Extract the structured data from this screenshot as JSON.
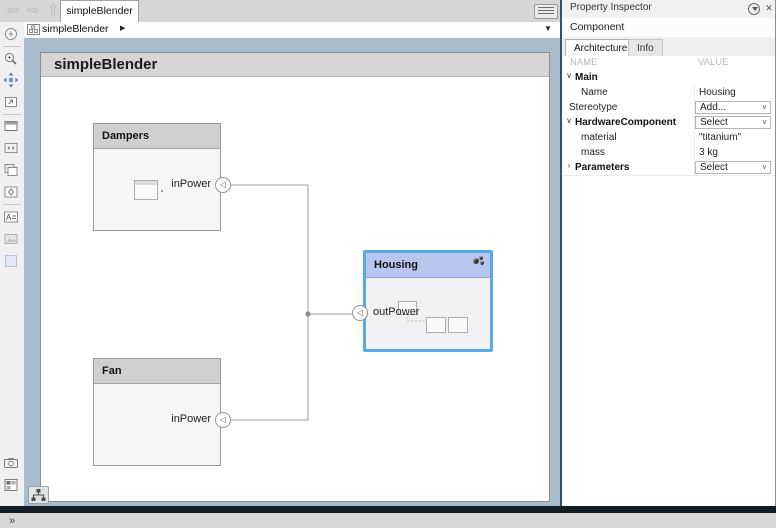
{
  "tab_bar": {
    "active_tab": "simpleBlender"
  },
  "breadcrumb": {
    "root": "simpleBlender"
  },
  "canvas": {
    "title": "simpleBlender"
  },
  "blocks": {
    "dampers": {
      "name": "Dampers",
      "port": "inPower"
    },
    "fan": {
      "name": "Fan",
      "port": "inPower"
    },
    "housing": {
      "name": "Housing",
      "port": "outPower",
      "selected": true
    }
  },
  "icons": {
    "back": "⇦",
    "forward": "⇨",
    "up": "⇧",
    "breadcrumb_arrow": "▶",
    "breadcrumb_dropdown": "▼",
    "port_triangle": "◁",
    "overflow": "»",
    "close": "✕",
    "dropdown_chevron": "∨"
  },
  "palette_icons": [
    "explorer-toggle",
    "zoom-in",
    "fit-to-view",
    "zoom-to-selection",
    "viewport",
    "ports-view",
    "copy-view",
    "perspectives",
    "annotation",
    "image",
    "viewmark",
    "screenshot",
    "viewmarks-browser",
    "overflow"
  ],
  "inspector": {
    "title": "Property Inspector",
    "object_type": "Component",
    "tabs": [
      {
        "label": "Architecture"
      },
      {
        "label": "Info"
      }
    ],
    "columns": {
      "name": "NAME",
      "value": "VALUE"
    },
    "rows": [
      {
        "label": "Main",
        "expander": "∨",
        "kind": "group"
      },
      {
        "label": "Name",
        "value": "Housing"
      },
      {
        "label": "Stereotype",
        "value": "Add...",
        "dropdown": true
      },
      {
        "label": "HardwareComponent",
        "expander": "∨",
        "kind": "group",
        "value": "Select",
        "dropdown": true
      },
      {
        "label": "material",
        "value": "\"titanium\""
      },
      {
        "label": "mass",
        "value": "3 kg"
      },
      {
        "label": "Parameters",
        "expander": "›",
        "kind": "group",
        "value": "Select",
        "dropdown": true
      }
    ]
  },
  "colors": {
    "selection_blue": "#57a9e8",
    "housing_header": "#b8c5ef",
    "canvas_backdrop": "#a9bcc9",
    "wire": "#9e9e9e"
  }
}
